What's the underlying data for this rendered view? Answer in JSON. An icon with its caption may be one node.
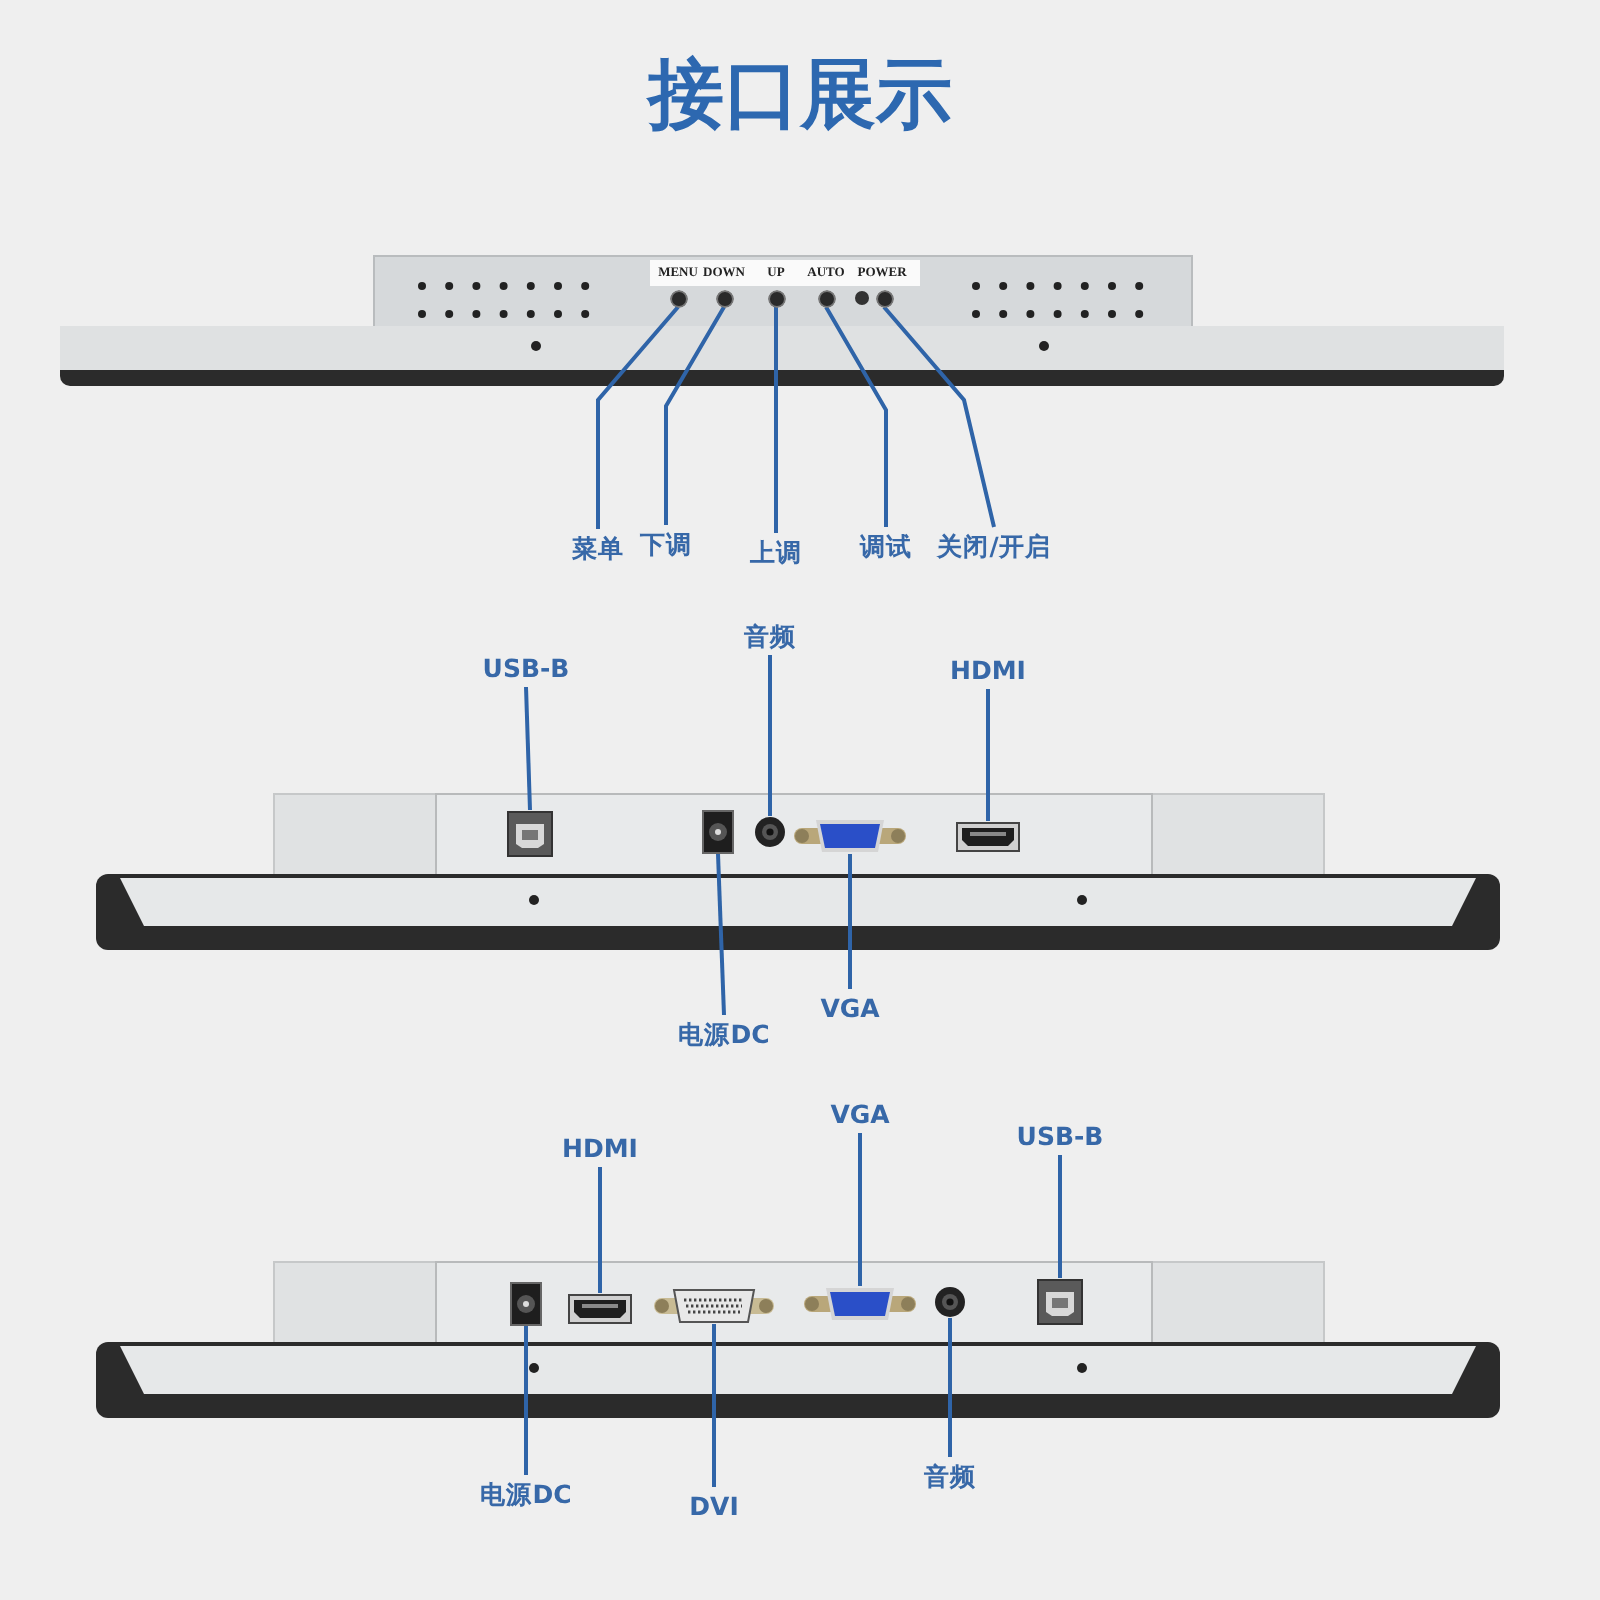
{
  "diagram": {
    "title": "接口展示",
    "nodes": [
      {
        "text": [
          "菜单"
        ]
      },
      {
        "text": [
          "下调"
        ]
      },
      {
        "text": [
          "上调"
        ]
      },
      {
        "text": [
          "调试"
        ]
      },
      {
        "text": [
          "关闭/开启"
        ]
      },
      {
        "text": [],
        "shape": "circle"
      },
      {
        "text": [],
        "shape": "circle"
      },
      {
        "text": [],
        "shape": "circle"
      },
      {
        "text": [],
        "shape": "circle"
      },
      {
        "text": [],
        "shape": "circle"
      },
      {
        "text": [
          "USB-B"
        ]
      },
      {
        "text": [
          "音频"
        ]
      },
      {
        "text": [
          "HDMI"
        ]
      },
      {
        "text": [
          "电源DC"
        ]
      },
      {
        "text": [
          "VGA"
        ]
      },
      {
        "text": [],
        "shape": "box"
      },
      {
        "text": [],
        "shape": "box"
      },
      {
        "text": [],
        "shape": "circle"
      },
      {
        "text": [],
        "shape": "box"
      },
      {
        "text": [],
        "shape": "box"
      },
      {
        "text": [
          "HDMI"
        ]
      },
      {
        "text": [
          "VGA"
        ]
      },
      {
        "text": [
          "USB-B"
        ]
      },
      {
        "text": [
          "电源DC"
        ]
      },
      {
        "text": [
          "DVI"
        ]
      },
      {
        "text": [
          "音频"
        ]
      },
      {
        "text": [],
        "shape": "box"
      },
      {
        "text": [],
        "shape": "box"
      },
      {
        "text": [],
        "shape": "box"
      },
      {
        "text": [],
        "shape": "box"
      },
      {
        "text": [],
        "shape": "circle"
      },
      {
        "text": [],
        "shape": "box"
      }
    ],
    "edges": [
      {
        "from": 0,
        "to": 5,
        "arrow": "none"
      },
      {
        "from": 1,
        "to": 6,
        "arrow": "none"
      },
      {
        "from": 2,
        "to": 7,
        "arrow": "none"
      },
      {
        "from": 3,
        "to": 8,
        "arrow": "none"
      },
      {
        "from": 4,
        "to": 9,
        "arrow": "none"
      },
      {
        "from": 10,
        "to": 15,
        "arrow": "none"
      },
      {
        "from": 11,
        "to": 17,
        "arrow": "none"
      },
      {
        "from": 12,
        "to": 19,
        "arrow": "none"
      },
      {
        "from": 13,
        "to": 16,
        "arrow": "none"
      },
      {
        "from": 14,
        "to": 18,
        "arrow": "none"
      },
      {
        "from": 20,
        "to": 27,
        "arrow": "none"
      },
      {
        "from": 21,
        "to": 29,
        "arrow": "none"
      },
      {
        "from": 22,
        "to": 31,
        "arrow": "none"
      },
      {
        "from": 23,
        "to": 26,
        "arrow": "none"
      },
      {
        "from": 24,
        "to": 28,
        "arrow": "none"
      },
      {
        "from": 25,
        "to": 30,
        "arrow": "none"
      }
    ],
    "labels": [
      "MENU",
      "DOWN",
      "UP",
      "AUTO",
      "POWER"
    ]
  }
}
